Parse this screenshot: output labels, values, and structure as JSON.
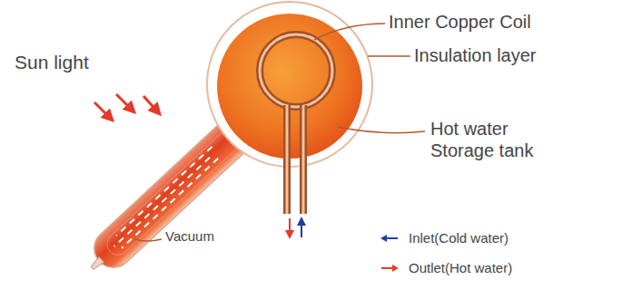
{
  "diagram": {
    "labels": [
      "Sun light",
      "Inner Copper Coil",
      "Insulation layer",
      "Hot water Storage tank",
      "Vacuum"
    ],
    "legend": [
      {
        "text": "Inlet(Cold water)"
      },
      {
        "text": "Outlet(Hot water)"
      }
    ]
  }
}
